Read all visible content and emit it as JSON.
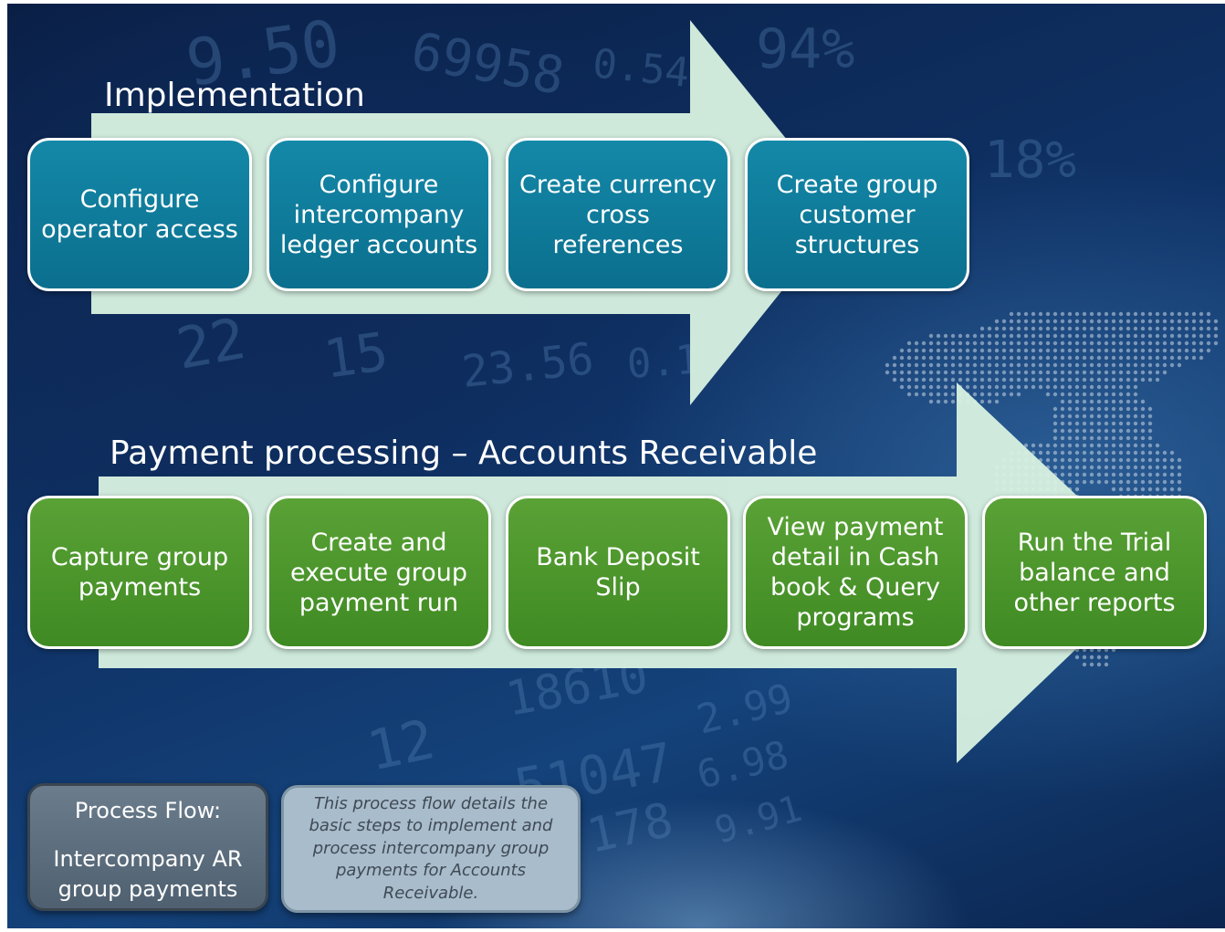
{
  "implementation": {
    "title": "Implementation",
    "steps": [
      "Configure operator access",
      "Configure intercompany ledger accounts",
      "Create currency cross references",
      "Create group customer structures"
    ]
  },
  "payment_processing": {
    "title": "Payment processing – Accounts Receivable",
    "steps": [
      "Capture group payments",
      "Create and execute group payment run",
      "Bank Deposit Slip",
      "View payment detail in Cash book & Query programs",
      "Run the Trial balance and other reports"
    ]
  },
  "process_flow": {
    "label": "Process Flow:",
    "name": "Intercompany AR group payments"
  },
  "description": "This process flow details the basic steps to implement and process intercompany group payments for Accounts Receivable.",
  "background_numbers": [
    "9.50",
    "69958",
    "0.54",
    "94%",
    "18%",
    "22",
    "15",
    "23.56",
    "0.1",
    "12",
    "18610",
    "2.99",
    "51047",
    "6.98",
    "178",
    "9.91"
  ],
  "colors": {
    "blue_step": "#0b7a9b",
    "green_step": "#4a962c",
    "arrow": "#d6f0e0",
    "background": "#0f3266"
  }
}
